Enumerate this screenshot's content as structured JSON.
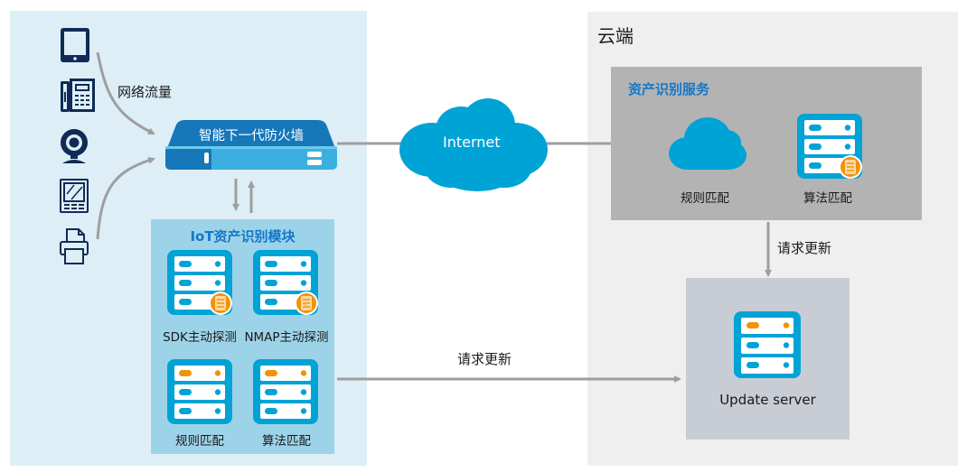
{
  "diagram": {
    "left_panel": {
      "devices": [
        {
          "name": "tablet",
          "icon": "tablet-icon"
        },
        {
          "name": "ip-phone",
          "icon": "phone-icon"
        },
        {
          "name": "webcam",
          "icon": "webcam-icon"
        },
        {
          "name": "tablet-terminal",
          "icon": "terminal-icon"
        },
        {
          "name": "printer",
          "icon": "printer-icon"
        }
      ],
      "traffic_label": "网络流量",
      "firewall_label": "智能下一代防火墙",
      "iot_module": {
        "title": "IoT资产识别模块",
        "items": [
          {
            "label": "SDK主动探测",
            "variant": "server-doc"
          },
          {
            "label": "NMAP主动探测",
            "variant": "server-doc"
          },
          {
            "label": "规则匹配",
            "variant": "server-orange"
          },
          {
            "label": "算法匹配",
            "variant": "server-orange"
          }
        ]
      }
    },
    "internet_label": "Internet",
    "cloud_panel": {
      "title": "云端",
      "asset_service": {
        "title": "资产识别服务",
        "items": [
          {
            "label": "规则匹配",
            "variant": "cloud"
          },
          {
            "label": "算法匹配",
            "variant": "server-doc"
          }
        ]
      },
      "request_update_label": "请求更新",
      "update_server_label": "Update server"
    },
    "bottom_request_update_label": "请求更新",
    "colors": {
      "left_bg": "#ddeef6",
      "iot_bg": "#9dd3e8",
      "cloud_bg": "#efefef",
      "service_bg": "#b3b3b3",
      "update_bg": "#c8ccd4",
      "accent_blue": "#00a3d6",
      "accent_orange": "#f0930a",
      "title_blue": "#1677c9",
      "device_navy": "#0f2b56",
      "arrow_gray": "#9e9e9e"
    }
  }
}
